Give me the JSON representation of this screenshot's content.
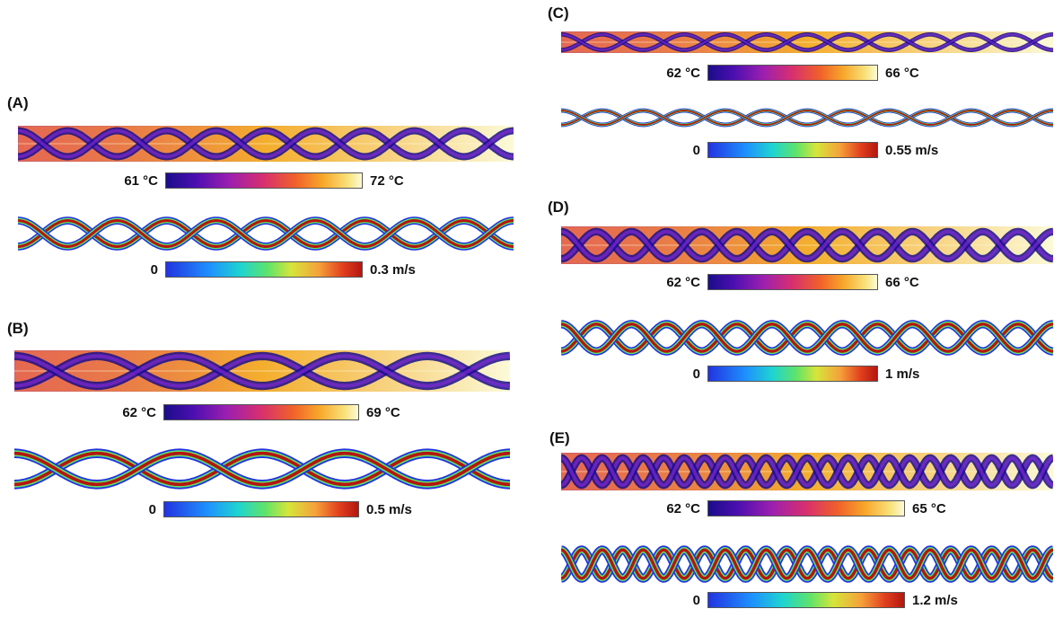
{
  "colors": {
    "temp_low": "#1a0d8a",
    "temp_mid": "#d8306e",
    "temp_high": "#fbfad8",
    "temp_bg": "#f4ae2e",
    "vel_low": "#2233e0",
    "vel_mid": "#5fe36a",
    "vel_high": "#b5160f"
  },
  "panels": [
    {
      "id": "A",
      "label": "(A)",
      "periods": 5,
      "temp_min": "61 °C",
      "temp_max": "72 °C",
      "vel_min": "0",
      "vel_max": "0.3 m/s"
    },
    {
      "id": "B",
      "label": "(B)",
      "periods": 3,
      "temp_min": "62 °C",
      "temp_max": "69 °C",
      "vel_min": "0",
      "vel_max": "0.5 m/s"
    },
    {
      "id": "C",
      "label": "(C)",
      "periods": 6,
      "temp_min": "62 °C",
      "temp_max": "66 °C",
      "vel_min": "0",
      "vel_max": "0.55 m/s"
    },
    {
      "id": "D",
      "label": "(D)",
      "periods": 7,
      "temp_min": "62 °C",
      "temp_max": "66 °C",
      "vel_min": "0",
      "vel_max": "1 m/s"
    },
    {
      "id": "E",
      "label": "(E)",
      "periods": 12,
      "temp_min": "62 °C",
      "temp_max": "65 °C",
      "vel_min": "0",
      "vel_max": "1.2 m/s"
    }
  ]
}
